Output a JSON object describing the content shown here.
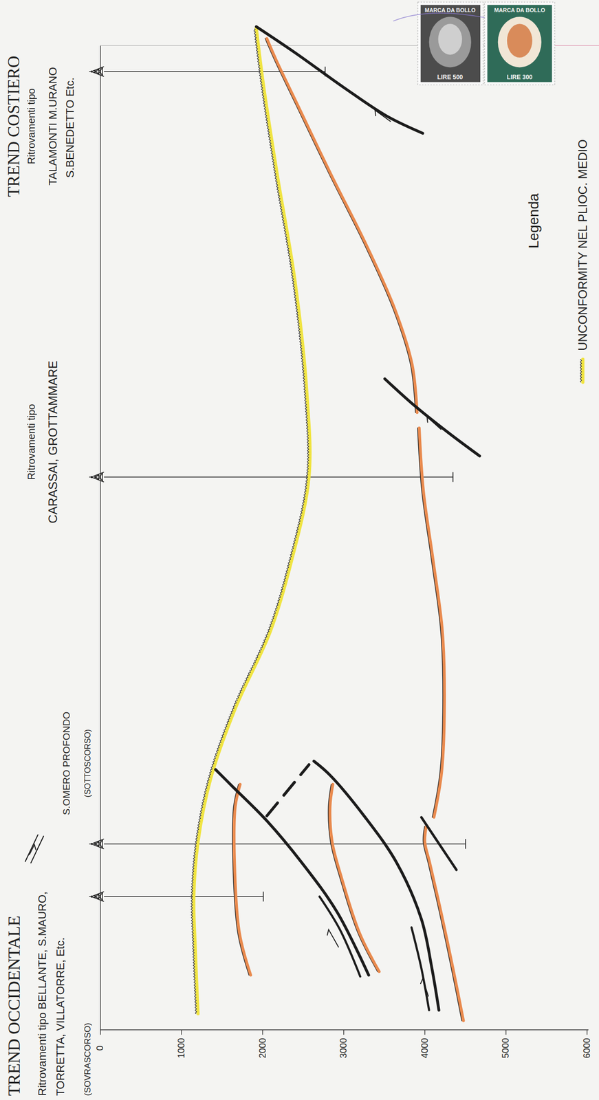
{
  "diagram": {
    "labels": [
      "TREND OCCIDENTALE",
      "Ritrovamenti tipo BELLANTE, S.MAURO, TORRETTA, VILLATORRE, Etc.",
      "(SOVRASCORSO)",
      "S.OMERO PROFONDO",
      "(SOTTOSCORSO)",
      "Ritrovamenti tipo",
      "CARASSAI, GROTTAMMARE",
      "TREND COSTIERO",
      "Ritrovamenti tipo",
      "TALAMONTI M.URANO",
      "S.BENEDETTO Etc.",
      "Legenda",
      "0",
      "1000",
      "2000",
      "3000",
      "4000",
      "5000",
      "6000",
      "MARCA DA BOLLO",
      "LIRE 500",
      "MARCA DA BOLLO",
      "LIRE 300"
    ],
    "legend": [
      {
        "text": "UNCONFORMITY NEL PLIOC. MEDIO"
      }
    ]
  }
}
